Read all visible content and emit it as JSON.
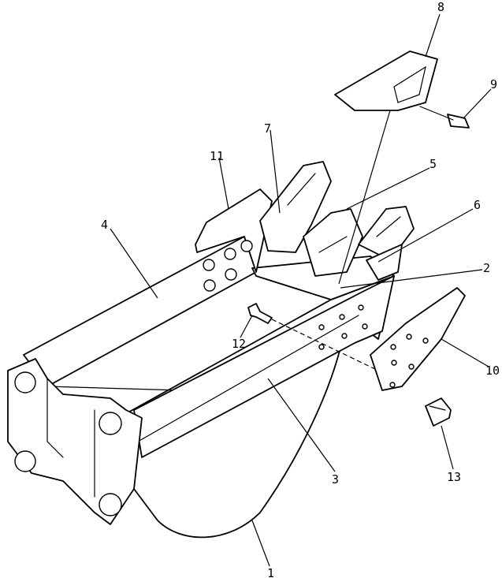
{
  "callouts": [
    {
      "id": "c1",
      "label": "1"
    },
    {
      "id": "c2",
      "label": "2"
    },
    {
      "id": "c3",
      "label": "3"
    },
    {
      "id": "c4",
      "label": "4"
    },
    {
      "id": "c5",
      "label": "5"
    },
    {
      "id": "c6",
      "label": "6"
    },
    {
      "id": "c7",
      "label": "7"
    },
    {
      "id": "c8",
      "label": "8"
    },
    {
      "id": "c9",
      "label": "9"
    },
    {
      "id": "c10",
      "label": "10"
    },
    {
      "id": "c11",
      "label": "11"
    },
    {
      "id": "c12",
      "label": "12"
    },
    {
      "id": "c13",
      "label": "13"
    }
  ],
  "colors": {
    "ink": "#000000",
    "paper": "#ffffff"
  }
}
